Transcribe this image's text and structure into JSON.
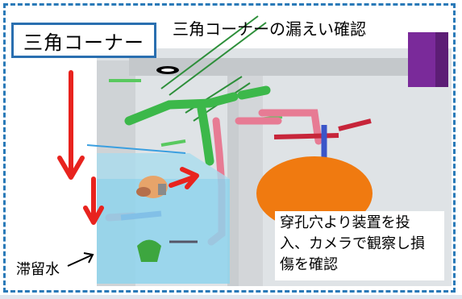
{
  "title_box": {
    "text": "三角コーナー"
  },
  "header_label": {
    "text": "三角コーナーの漏えい確認"
  },
  "callout": {
    "lines": [
      "穿孔穴より装置を投",
      "入、カメラで観察し損",
      "傷を確認"
    ]
  },
  "water_label": {
    "text": "滞留水"
  },
  "colors": {
    "frame": "#2a7ab8",
    "title_border": "#2a6fb0",
    "arrow_red": "#e8231e",
    "water": "#8fd3ec",
    "pipe_green": "#3cb84a",
    "pipe_pink": "#e77b94",
    "tank_orange": "#f07a10",
    "equipment_purple": "#7a2a9a"
  }
}
